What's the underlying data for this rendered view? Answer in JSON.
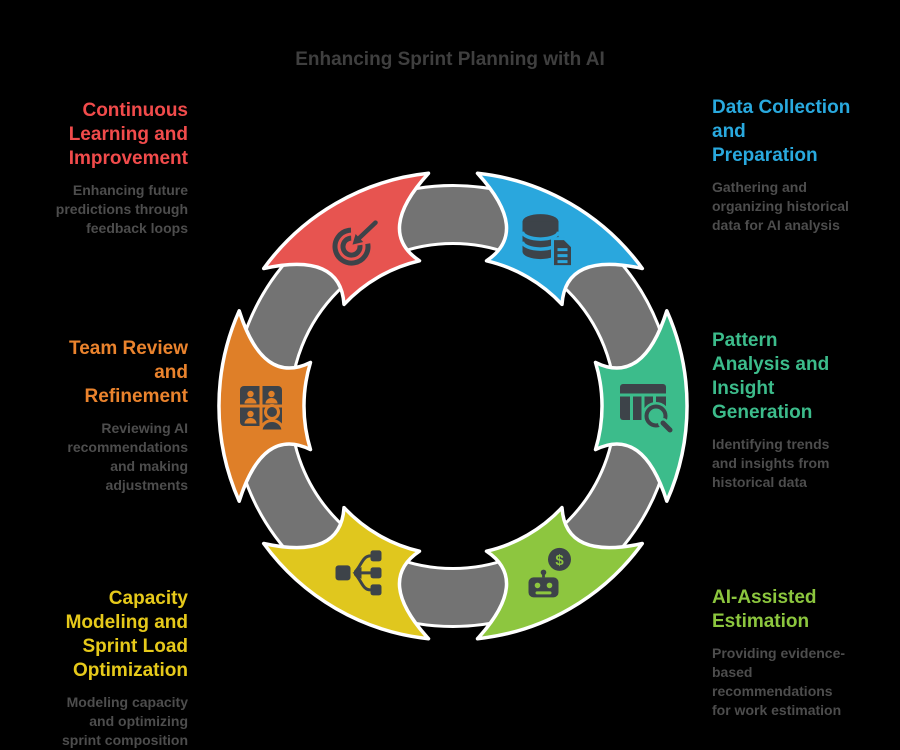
{
  "title": "Enhancing Sprint Planning with AI",
  "colors": {
    "background": "#000000",
    "ring": "#737373",
    "segment_outline": "#ffffff",
    "icon_ink": "#3d4349",
    "title_text": "#3f3f3f",
    "description_text": "#4d4d4d"
  },
  "segments": [
    {
      "id": "data-collection",
      "position": "top-right",
      "color": "#2aa7dd",
      "label_color": "#29a9de",
      "icon": "database",
      "title": "Data Collection\nand\nPreparation",
      "description": "Gathering and\norganizing historical\ndata for AI analysis"
    },
    {
      "id": "pattern-analysis",
      "position": "right",
      "color": "#3cbc8b",
      "label_color": "#3cbc8b",
      "icon": "table-search",
      "title": "Pattern\nAnalysis and\nInsight\nGeneration",
      "description": "Identifying trends\nand insights from\nhistorical data"
    },
    {
      "id": "ai-estimation",
      "position": "bottom-right",
      "color": "#8dc63f",
      "label_color": "#8cc63e",
      "icon": "robot-coin",
      "title": "AI-Assisted\nEstimation",
      "description": "Providing evidence-\nbased\nrecommendations\nfor work estimation"
    },
    {
      "id": "capacity-modeling",
      "position": "bottom-left",
      "color": "#e0c71e",
      "label_color": "#e6c91a",
      "icon": "merge",
      "title": "Capacity\nModeling and\nSprint Load\nOptimization",
      "description": "Modeling capacity\nand optimizing\nsprint composition"
    },
    {
      "id": "team-review",
      "position": "left",
      "color": "#df7f28",
      "label_color": "#ea832d",
      "icon": "team",
      "title": "Team Review\nand\nRefinement",
      "description": "Reviewing AI\nrecommendations\nand making\nadjustments"
    },
    {
      "id": "continuous-learning",
      "position": "top-left",
      "color": "#e75450",
      "label_color": "#f14b4b",
      "icon": "target",
      "title": "Continuous\nLearning and\nImprovement",
      "description": "Enhancing future\npredictions through\nfeedback loops"
    }
  ]
}
